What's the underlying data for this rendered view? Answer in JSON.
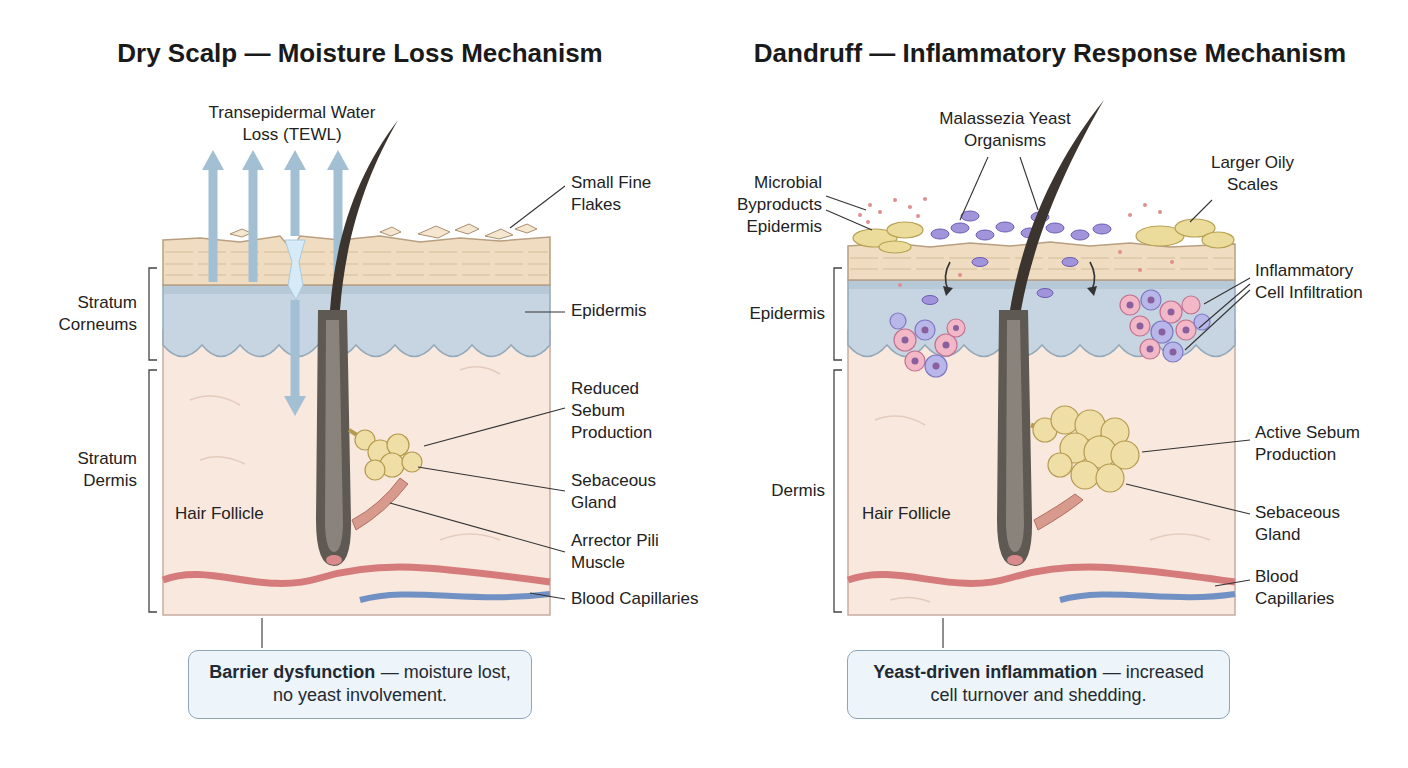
{
  "diagram": {
    "nodes": [
      {
        "text": [
          "Barrier dysfunction",
          "— moisture lost, no yeast involvement."
        ]
      },
      {
        "text": [
          "Yeast-driven inflammation",
          "— increased cell turnover and shedding."
        ]
      }
    ],
    "labels": [
      "Dry Scalp — Moisture Loss Mechanism",
      "Transepidermal Water Loss (TEWL)",
      "Small Fine Flakes",
      "Stratum Corneums",
      "Epidermis",
      "Reduced Sebum Production",
      "Stratum Dermis",
      "Sebaceous Gland",
      "Hair Follicle",
      "Arrector Pili Muscle",
      "Blood Capillaries",
      "Dandruff — Inflammatory Response Mechanism",
      "Malassezia Yeast Organisms",
      "Microbial Byproducts Epidermis",
      "Larger Oily Scales",
      "Epidermis",
      "Inflammatory Cell Infiltration",
      "Dermis",
      "Active Sebum Production",
      "Hair Follicle",
      "Sebaceous Gland",
      "Blood Capillaries"
    ]
  }
}
